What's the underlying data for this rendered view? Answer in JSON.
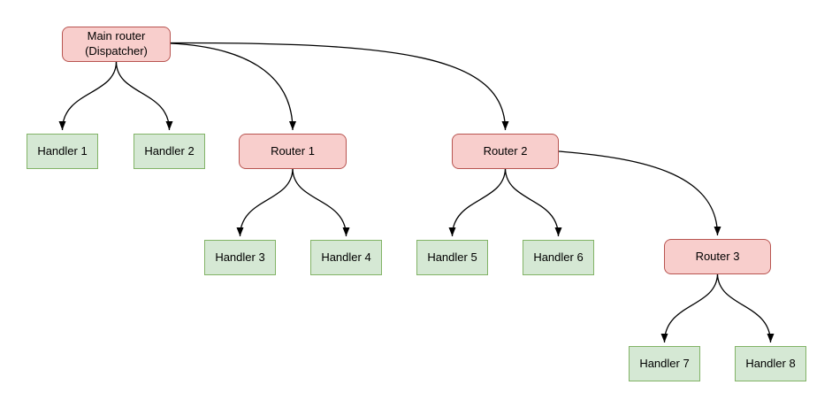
{
  "colors": {
    "background": "#ffffff",
    "router_fill": "#f8cecc",
    "router_stroke": "#b85450",
    "handler_fill": "#d5e8d4",
    "handler_stroke": "#82b366",
    "edge": "#000000",
    "text": "#000000"
  },
  "nodes": {
    "main_router": {
      "label": "Main router\n(Dispatcher)",
      "type": "router"
    },
    "handler_1": {
      "label": "Handler 1",
      "type": "handler"
    },
    "handler_2": {
      "label": "Handler 2",
      "type": "handler"
    },
    "router_1": {
      "label": "Router 1",
      "type": "router"
    },
    "router_2": {
      "label": "Router 2",
      "type": "router"
    },
    "handler_3": {
      "label": "Handler 3",
      "type": "handler"
    },
    "handler_4": {
      "label": "Handler 4",
      "type": "handler"
    },
    "handler_5": {
      "label": "Handler 5",
      "type": "handler"
    },
    "handler_6": {
      "label": "Handler 6",
      "type": "handler"
    },
    "router_3": {
      "label": "Router 3",
      "type": "router"
    },
    "handler_7": {
      "label": "Handler 7",
      "type": "handler"
    },
    "handler_8": {
      "label": "Handler 8",
      "type": "handler"
    }
  },
  "edges": [
    {
      "from": "main_router",
      "to": "handler_1"
    },
    {
      "from": "main_router",
      "to": "handler_2"
    },
    {
      "from": "main_router",
      "to": "router_1"
    },
    {
      "from": "main_router",
      "to": "router_2"
    },
    {
      "from": "router_1",
      "to": "handler_3"
    },
    {
      "from": "router_1",
      "to": "handler_4"
    },
    {
      "from": "router_2",
      "to": "handler_5"
    },
    {
      "from": "router_2",
      "to": "handler_6"
    },
    {
      "from": "router_2",
      "to": "router_3"
    },
    {
      "from": "router_3",
      "to": "handler_7"
    },
    {
      "from": "router_3",
      "to": "handler_8"
    }
  ]
}
